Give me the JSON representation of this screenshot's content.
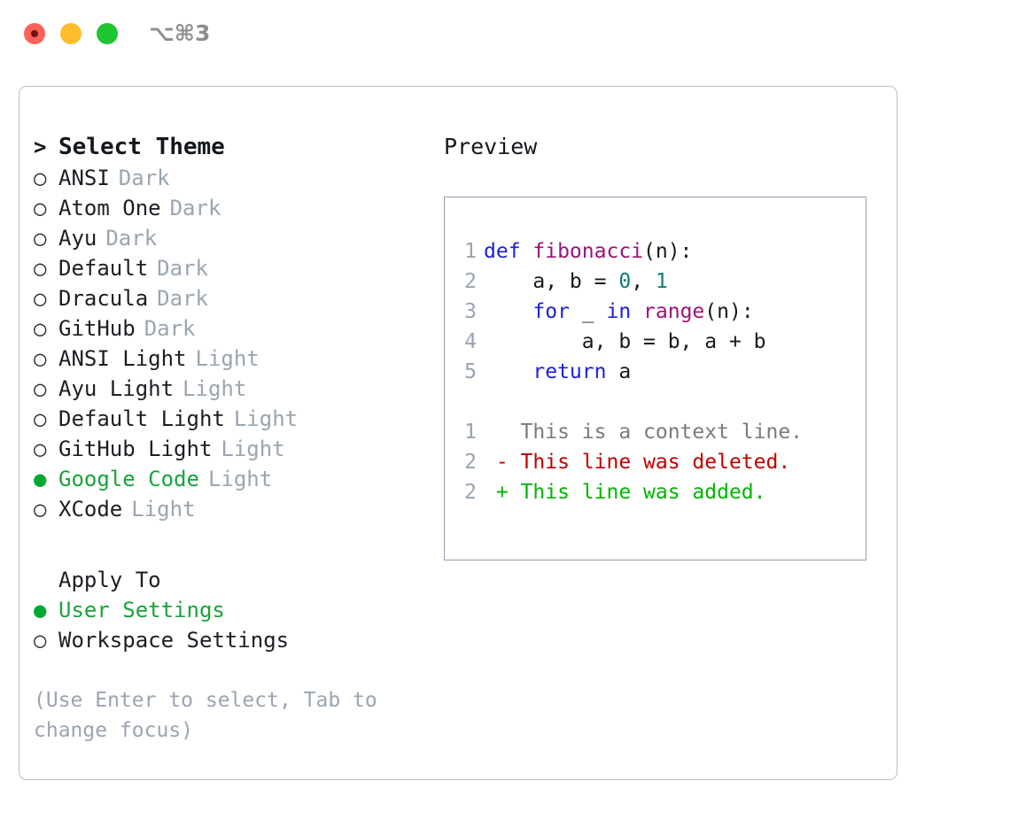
{
  "titlebar": {
    "shortcut": "⌥⌘3",
    "lights": [
      {
        "name": "close",
        "color": "#ff6058"
      },
      {
        "name": "minimize",
        "color": "#ffbd2e"
      },
      {
        "name": "zoom",
        "color": "#1dc630"
      }
    ]
  },
  "theme_picker": {
    "header_marker": ">",
    "header_label": "Select Theme",
    "items": [
      {
        "marker": "○",
        "name": "ANSI",
        "category": "Dark",
        "selected": false
      },
      {
        "marker": "○",
        "name": "Atom One",
        "category": "Dark",
        "selected": false
      },
      {
        "marker": "○",
        "name": "Ayu",
        "category": "Dark",
        "selected": false
      },
      {
        "marker": "○",
        "name": "Default",
        "category": "Dark",
        "selected": false
      },
      {
        "marker": "○",
        "name": "Dracula",
        "category": "Dark",
        "selected": false
      },
      {
        "marker": "○",
        "name": "GitHub",
        "category": "Dark",
        "selected": false
      },
      {
        "marker": "○",
        "name": "ANSI Light",
        "category": "Light",
        "selected": false
      },
      {
        "marker": "○",
        "name": "Ayu Light",
        "category": "Light",
        "selected": false
      },
      {
        "marker": "○",
        "name": "Default Light",
        "category": "Light",
        "selected": false
      },
      {
        "marker": "○",
        "name": "GitHub Light",
        "category": "Light",
        "selected": false
      },
      {
        "marker": "●",
        "name": "Google Code",
        "category": "Light",
        "selected": true
      },
      {
        "marker": "○",
        "name": "XCode",
        "category": "Light",
        "selected": false
      }
    ]
  },
  "apply_to": {
    "header_marker": " ",
    "header_label": "Apply To",
    "items": [
      {
        "marker": "●",
        "name": "User Settings",
        "selected": true
      },
      {
        "marker": "○",
        "name": "Workspace Settings",
        "selected": false
      }
    ]
  },
  "hint": "(Use Enter to select, Tab to change focus)",
  "preview": {
    "label": "Preview",
    "code_lines": [
      {
        "lineno": "1",
        "tokens": [
          {
            "text": "def ",
            "type": "kw"
          },
          {
            "text": "fibonacci",
            "type": "fn"
          },
          {
            "text": "(n):",
            "type": "plain"
          }
        ]
      },
      {
        "lineno": "2",
        "tokens": [
          {
            "text": "    a, b = ",
            "type": "plain"
          },
          {
            "text": "0",
            "type": "num"
          },
          {
            "text": ", ",
            "type": "plain"
          },
          {
            "text": "1",
            "type": "num"
          }
        ]
      },
      {
        "lineno": "3",
        "tokens": [
          {
            "text": "    ",
            "type": "plain"
          },
          {
            "text": "for",
            "type": "kw"
          },
          {
            "text": " _ ",
            "type": "plain"
          },
          {
            "text": "in",
            "type": "kw"
          },
          {
            "text": " ",
            "type": "plain"
          },
          {
            "text": "range",
            "type": "fn"
          },
          {
            "text": "(n):",
            "type": "plain"
          }
        ]
      },
      {
        "lineno": "4",
        "tokens": [
          {
            "text": "        a, b = b, a + b",
            "type": "plain"
          }
        ]
      },
      {
        "lineno": "5",
        "tokens": [
          {
            "text": "    ",
            "type": "plain"
          },
          {
            "text": "return",
            "type": "kw"
          },
          {
            "text": " a",
            "type": "plain"
          }
        ]
      }
    ],
    "diff_lines": [
      {
        "lineno": "1",
        "sign": " ",
        "text": "This is a context line.",
        "kind": "ctx"
      },
      {
        "lineno": "2",
        "sign": "-",
        "text": "This line was deleted.",
        "kind": "del"
      },
      {
        "lineno": "2",
        "sign": "+",
        "text": "This line was added.",
        "kind": "add"
      }
    ]
  },
  "colors": {
    "accent_green": "#19a33c",
    "muted_gray": "#9aa5b1",
    "border": "#b6bfcb",
    "preview_border": "#93a0b0",
    "keyword": "#1c21d6",
    "function": "#9c1278",
    "number": "#0f7a72",
    "diff_added": "#00b500",
    "diff_deleted": "#c00000",
    "diff_context": "#7b7b7b"
  }
}
